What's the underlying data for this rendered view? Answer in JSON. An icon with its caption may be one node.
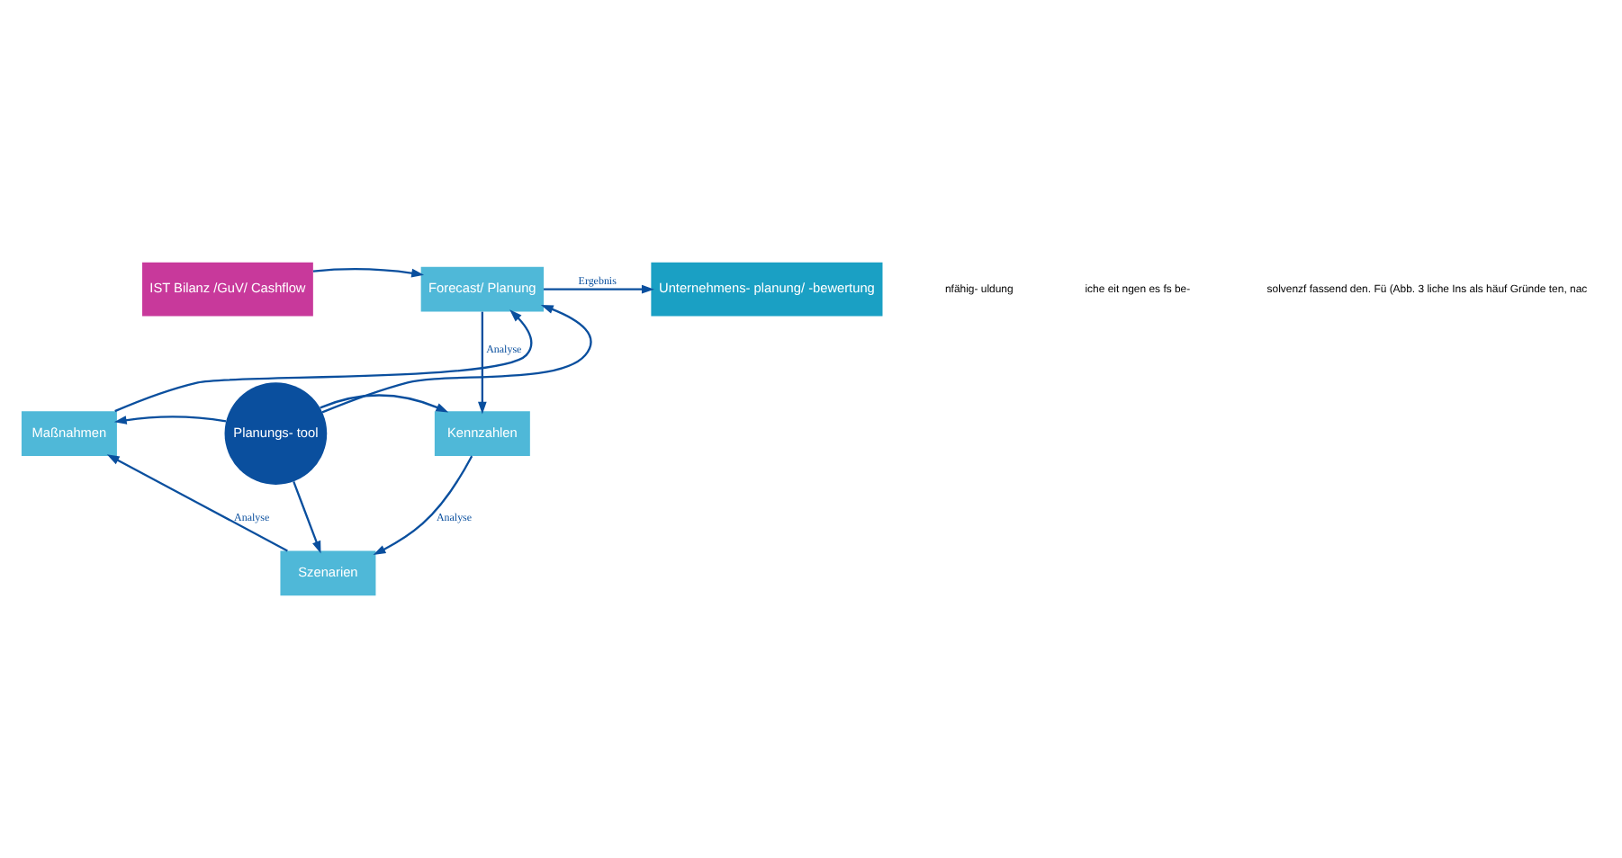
{
  "diagram": {
    "nodes": [
      {
        "text": [
          "IST Bilanz /GuV/ Cashflow"
        ]
      },
      {
        "text": [
          "Forecast/ Planung"
        ]
      },
      {
        "text": [
          "Unternehmens- planung/ -bewertung"
        ]
      },
      {
        "text": [
          "Maßnahmen"
        ]
      },
      {
        "text": [
          "Planungs- tool"
        ]
      },
      {
        "text": [
          "Kennzahlen"
        ]
      },
      {
        "text": [
          "Szenarien"
        ]
      }
    ],
    "edges": [
      {
        "from": 0,
        "to": 1,
        "arrow": "to"
      },
      {
        "from": 1,
        "to": 2,
        "arrow": "to",
        "label": "Ergebnis"
      },
      {
        "from": 1,
        "to": 5,
        "arrow": "to",
        "label": "Analyse"
      },
      {
        "from": 5,
        "to": 6,
        "arrow": "to",
        "label": "Analyse"
      },
      {
        "from": 6,
        "to": 3,
        "arrow": "to",
        "label": "Analyse"
      },
      {
        "from": 3,
        "to": 1,
        "arrow": "to"
      },
      {
        "from": 4,
        "to": 1,
        "arrow": "to"
      },
      {
        "from": 4,
        "to": 3,
        "arrow": "to"
      },
      {
        "from": 4,
        "to": 5,
        "arrow": "to"
      },
      {
        "from": 4,
        "to": 6,
        "arrow": "to"
      }
    ],
    "labels": [
      "nfähig- uldung",
      "iche eit ngen es fs be-",
      "solvenzf fassend den. Fü (Abb. 3 liche Ins als häuf Gründe ten, nac"
    ]
  }
}
